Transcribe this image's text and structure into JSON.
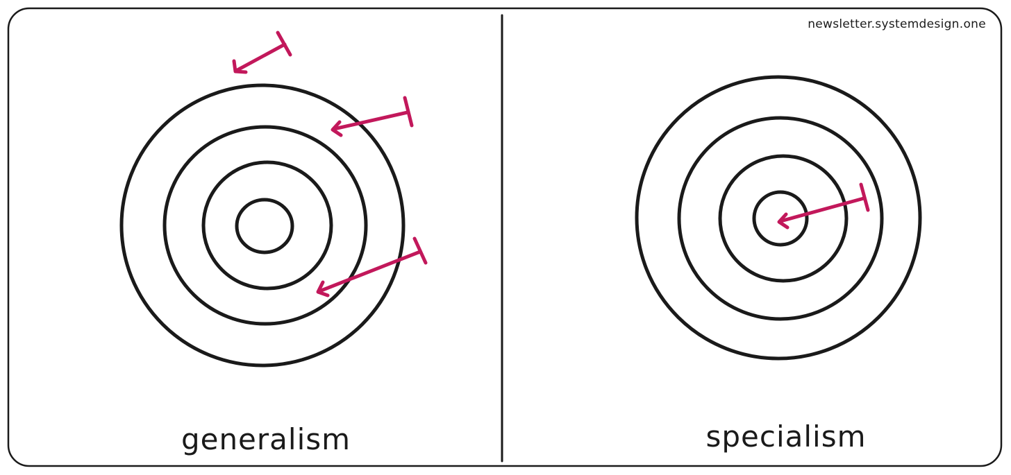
{
  "watermark": "newsletter.systemdesign.one",
  "colors": {
    "ink": "#1a1a1a",
    "arrow": "#c2185b",
    "background": "#ffffff"
  },
  "panels": [
    {
      "id": "generalism",
      "label": "generalism"
    },
    {
      "id": "specialism",
      "label": "specialism"
    }
  ]
}
